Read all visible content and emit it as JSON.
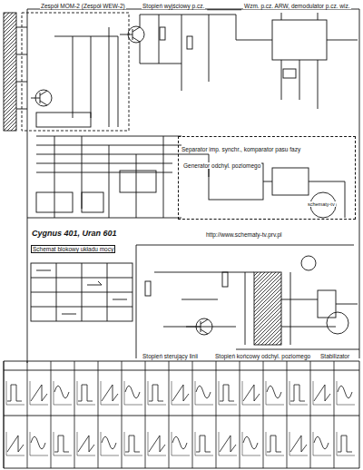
{
  "diagram": {
    "title": "Cygnus 401, Uran 601",
    "nodes": [
      {
        "text": [
          "Zespół MOM-2 (Zespół WEW-2)"
        ]
      },
      {
        "text": [
          "Stopień wyjściowy p.cz."
        ]
      },
      {
        "text": [
          "Wzm. p.cz. ARW, demodulator p.cz. wiz."
        ]
      },
      {
        "text": [
          "Separator imp. synchr., komparator pasu fazy",
          "Generator odchyl. poziomego"
        ]
      },
      {
        "text": [
          "Schemat blokowy układu mocy"
        ]
      }
    ],
    "edges": [
      {
        "from": 1,
        "to": 2,
        "arrow": "none"
      }
    ],
    "labels": [
      "http://www.schematy-tv.prv.pl",
      "Stopień sterujący linii",
      "Stopień końcowy odchyl. poziomego",
      "Stabilizator",
      "schematy-tv"
    ]
  }
}
